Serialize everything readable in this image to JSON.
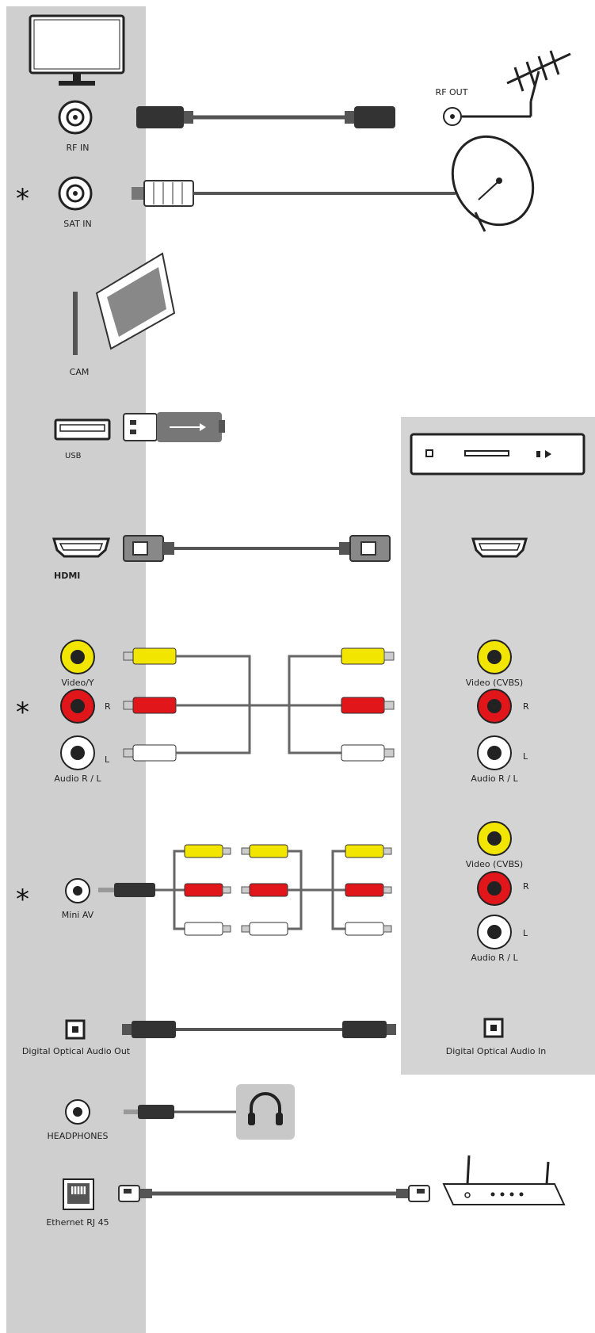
{
  "labels": {
    "rf_in": "RF IN",
    "rf_out": "RF OUT",
    "sat_in": "SAT IN",
    "cam": "CAM",
    "usb": "USB",
    "hdmi": "HDMI",
    "video_y": "Video/Y",
    "r": "R",
    "l": "L",
    "audio_rl": "Audio R / L",
    "video_cvbs": "Video (CVBS)",
    "mini_av": "Mini AV",
    "optical_out": "Digital Optical Audio Out",
    "optical_in": "Digital Optical Audio In",
    "headphones": "HEADPHONES",
    "ethernet": "Ethernet RJ 45",
    "asterisk": "*"
  },
  "colors": {
    "tv_panel": "#cfcfcf",
    "device_panel": "#d4d4d4",
    "yellow": "#f2e600",
    "red": "#e0161b",
    "white": "#ffffff",
    "cable": "#555555"
  },
  "icons": [
    "tv-icon",
    "antenna-icon",
    "satellite-dish-icon",
    "cam-module-icon",
    "usb-stick-icon",
    "hdmi-port-icon",
    "dvd-player-icon",
    "headphones-icon",
    "router-icon",
    "ethernet-port-icon",
    "optical-port-icon"
  ]
}
